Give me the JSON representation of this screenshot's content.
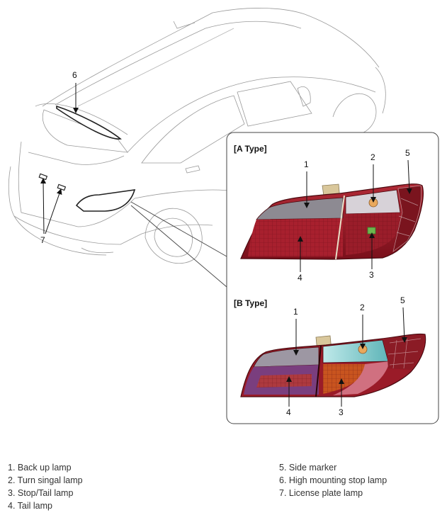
{
  "detail": {
    "type_a_label": "[A Type]",
    "type_b_label": "[B Type]"
  },
  "callouts": {
    "a": [
      "1",
      "2",
      "5",
      "4",
      "3"
    ],
    "b": [
      "1",
      "2",
      "5",
      "4",
      "3"
    ],
    "car": [
      "6",
      "7"
    ]
  },
  "legend": {
    "left": [
      "1. Back up lamp",
      "2. Turn singal lamp",
      "3. Stop/Tail lamp",
      "4. Tail lamp"
    ],
    "right": [
      "5. Side marker",
      "6. High mounting stop lamp",
      "7. License plate lamp"
    ]
  }
}
